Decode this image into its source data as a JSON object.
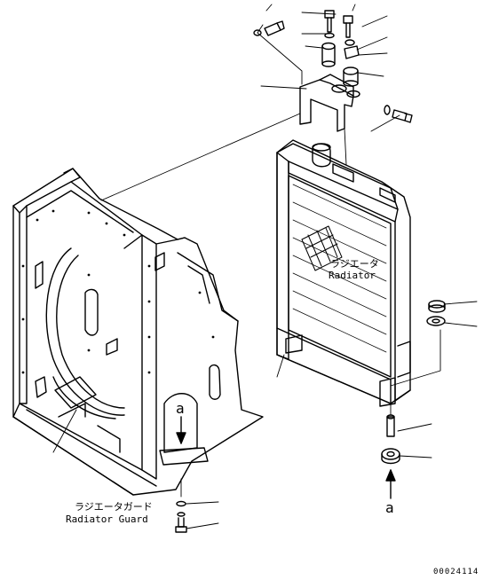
{
  "labels": {
    "radiator_jp": "ラジエータ",
    "radiator_en": "Radiator",
    "guard_jp": "ラジエータガード",
    "guard_en": "Radiator Guard",
    "ref_a_top": "a",
    "ref_a_bottom": "a",
    "drawing_number": "00024114"
  }
}
